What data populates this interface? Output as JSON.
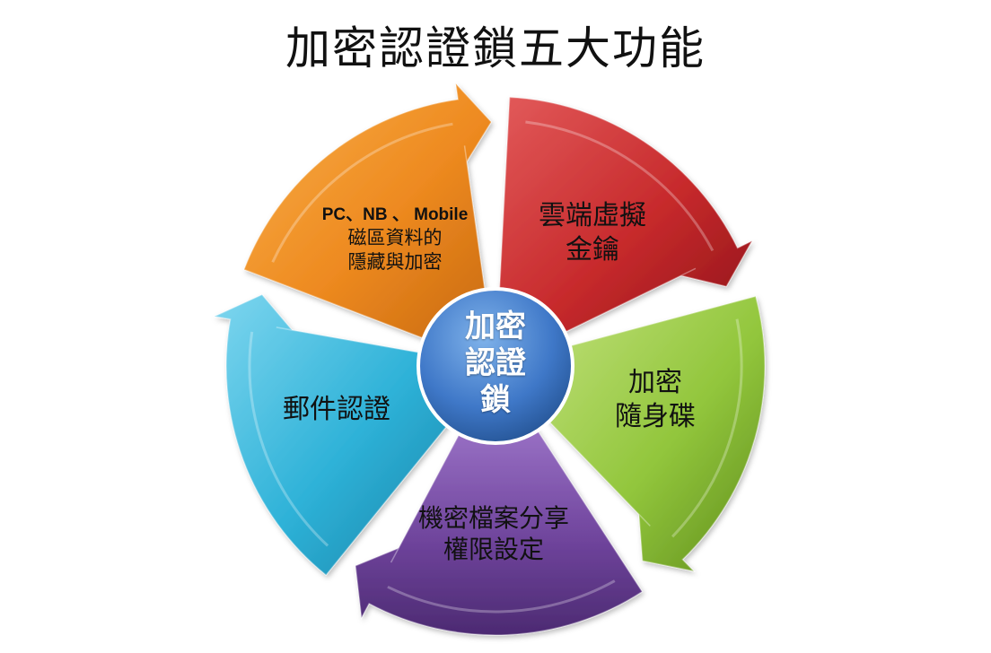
{
  "title": "加密認證鎖五大功能",
  "center": {
    "lines": [
      "加密",
      "認證",
      "鎖"
    ],
    "color": "#3b73c4"
  },
  "segments": [
    {
      "id": "orange",
      "color": "#f08a1c",
      "lines": [
        "PC、NB 、 Mobile",
        "磁區資料的",
        "隱藏與加密"
      ]
    },
    {
      "id": "red",
      "color": "#c7292c",
      "lines": [
        "雲端虛擬",
        "金鑰"
      ]
    },
    {
      "id": "green",
      "color": "#8fc43a",
      "lines": [
        "加密",
        "隨身碟"
      ]
    },
    {
      "id": "purple",
      "color": "#6c3f96",
      "lines": [
        "機密檔案分享",
        "權限設定"
      ]
    },
    {
      "id": "blue",
      "color": "#2bb0d6",
      "lines": [
        "郵件認證"
      ]
    }
  ]
}
